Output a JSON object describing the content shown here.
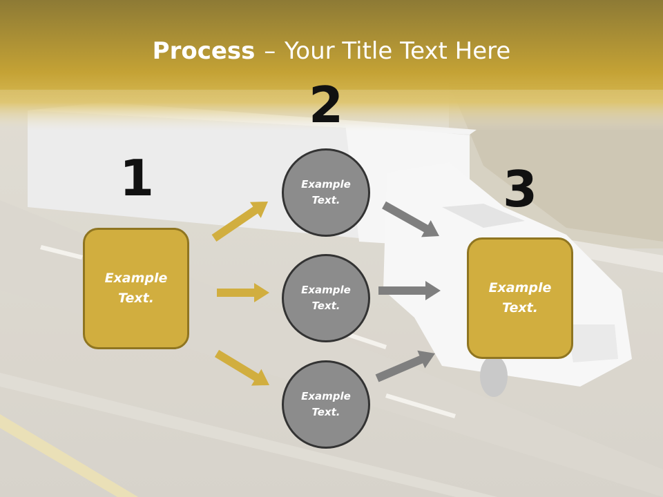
{
  "title": {
    "bold": "Process",
    "separator": "–",
    "rest": "Your Title Text Here"
  },
  "steps": [
    {
      "number": "1",
      "text_line1": "Example",
      "text_line2": "Text."
    },
    {
      "number": "2",
      "text_line1": "Example",
      "text_line2": "Text."
    },
    {
      "number": "3",
      "text_line1": "Example",
      "text_line2": "Text."
    }
  ],
  "circles": [
    {
      "text_line1": "Example",
      "text_line2": "Text."
    },
    {
      "text_line1": "Example",
      "text_line2": "Text."
    },
    {
      "text_line1": "Example",
      "text_line2": "Text."
    }
  ],
  "colors": {
    "accent": "#d1ae3f",
    "accent_border": "#8f7521",
    "circle_fill": "#8c8c8c",
    "circle_border": "#333333",
    "gold_arrow": "#d1ae3f",
    "gray_arrow": "#7f7f7f",
    "header_band": "#c9a630"
  },
  "background": {
    "subject": "truck-on-highway-photo"
  }
}
